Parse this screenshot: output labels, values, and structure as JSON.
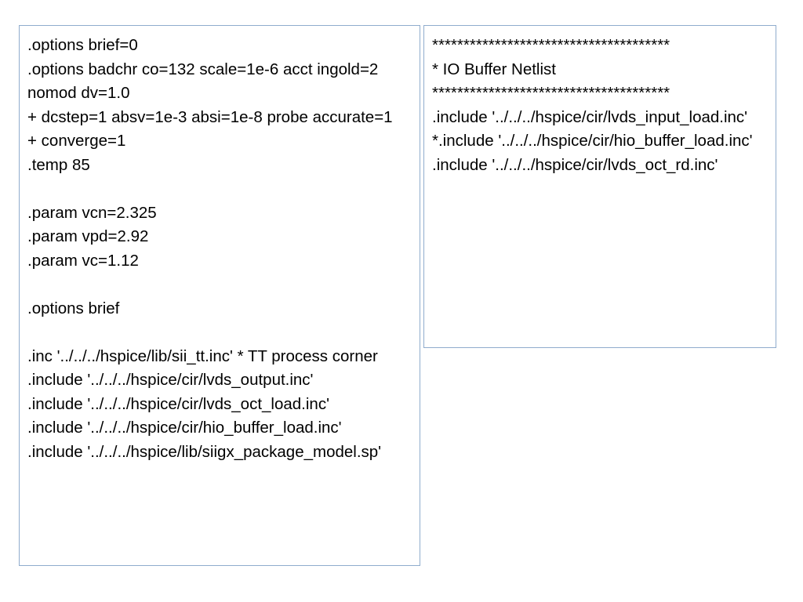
{
  "slide": {
    "background_color": "#ffffff",
    "text_color": "#000000",
    "border_color": "#8faccd"
  },
  "left_panel": {
    "name": "hspice-options-netlist",
    "lines": [
      ".options brief=0",
      ".options badchr co=132 scale=1e-6 acct ingold=2 nomod dv=1.0",
      "+ dcstep=1 absv=1e-3 absi=1e-8 probe accurate=1",
      "+ converge=1",
      ".temp 85",
      "",
      ".param vcn=2.325",
      ".param vpd=2.92",
      ".param vc=1.12",
      "",
      ".options brief",
      "",
      ".inc '../../../hspice/lib/sii_tt.inc' * TT process corner",
      ".include '../../../hspice/cir/lvds_output.inc'",
      ".include '../../../hspice/cir/lvds_oct_load.inc'",
      ".include '../../../hspice/cir/hio_buffer_load.inc'",
      ".include '../../../hspice/lib/siigx_package_model.sp'"
    ],
    "text": ".options brief=0\n.options badchr co=132 scale=1e-6 acct ingold=2 nomod dv=1.0\n+ dcstep=1 absv=1e-3 absi=1e-8 probe accurate=1\n+ converge=1\n.temp 85\n\n.param vcn=2.325\n.param vpd=2.92\n.param vc=1.12\n\n.options brief\n\n.inc '../../../hspice/lib/sii_tt.inc' * TT process corner\n.include '../../../hspice/cir/lvds_output.inc'\n.include '../../../hspice/cir/lvds_oct_load.inc'\n.include '../../../hspice/cir/hio_buffer_load.inc'\n.include '../../../hspice/lib/siigx_package_model.sp'"
  },
  "right_panel": {
    "name": "io-buffer-netlist",
    "rule": "**************************************",
    "title_comment": "* IO Buffer Netlist",
    "lines": [
      "**************************************",
      "* IO Buffer Netlist",
      "**************************************",
      ".include '../../../hspice/cir/lvds_input_load.inc'",
      "*.include '../../../hspice/cir/hio_buffer_load.inc'",
      ".include '../../../hspice/cir/lvds_oct_rd.inc'"
    ],
    "text": "**************************************\n* IO Buffer Netlist\n**************************************\n.include '../../../hspice/cir/lvds_input_load.inc'\n*.include '../../../hspice/cir/hio_buffer_load.inc'\n.include '../../../hspice/cir/lvds_oct_rd.inc'"
  }
}
